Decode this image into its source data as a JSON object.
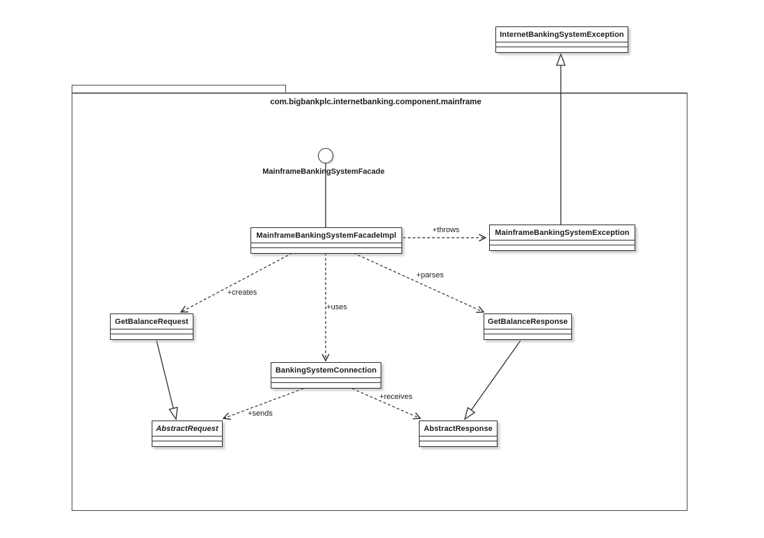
{
  "package": {
    "name": "com.bigbankplc.internetbanking.component.mainframe"
  },
  "interface_lollipop": {
    "label": "MainframeBankingSystemFacade",
    "icon": "provided-interface-circle"
  },
  "classes": {
    "internetBankingSystemException": {
      "name": "InternetBankingSystemException"
    },
    "mainframeBankingSystemFacadeImpl": {
      "name": "MainframeBankingSystemFacadeImpl"
    },
    "mainframeBankingSystemException": {
      "name": "MainframeBankingSystemException"
    },
    "getBalanceRequest": {
      "name": "GetBalanceRequest"
    },
    "getBalanceResponse": {
      "name": "GetBalanceResponse"
    },
    "bankingSystemConnection": {
      "name": "BankingSystemConnection"
    },
    "abstractRequest": {
      "name": "AbstractRequest"
    },
    "abstractResponse": {
      "name": "AbstractResponse"
    }
  },
  "edge_labels": {
    "throws": "+throws",
    "creates": "+creates",
    "uses": "+uses",
    "parses": "+parses",
    "sends": "+sends",
    "receives": "+receives"
  },
  "relationships": [
    {
      "from": "MainframeBankingSystemFacadeImpl",
      "to": "MainframeBankingSystemException",
      "label": "+throws",
      "style": "dashed-open-arrow"
    },
    {
      "from": "MainframeBankingSystemFacadeImpl",
      "to": "GetBalanceRequest",
      "label": "+creates",
      "style": "dashed-open-arrow"
    },
    {
      "from": "MainframeBankingSystemFacadeImpl",
      "to": "BankingSystemConnection",
      "label": "+uses",
      "style": "dashed-open-arrow"
    },
    {
      "from": "MainframeBankingSystemFacadeImpl",
      "to": "GetBalanceResponse",
      "label": "+parses",
      "style": "dashed-open-arrow"
    },
    {
      "from": "BankingSystemConnection",
      "to": "AbstractRequest",
      "label": "+sends",
      "style": "dashed-open-arrow"
    },
    {
      "from": "BankingSystemConnection",
      "to": "AbstractResponse",
      "label": "+receives",
      "style": "dashed-open-arrow"
    },
    {
      "from": "GetBalanceRequest",
      "to": "AbstractRequest",
      "label": "",
      "style": "generalization"
    },
    {
      "from": "GetBalanceResponse",
      "to": "AbstractResponse",
      "label": "",
      "style": "generalization"
    },
    {
      "from": "MainframeBankingSystemException",
      "to": "InternetBankingSystemException",
      "label": "",
      "style": "generalization"
    },
    {
      "from": "MainframeBankingSystemFacade",
      "to": "MainframeBankingSystemFacadeImpl",
      "label": "",
      "style": "lollipop-realization"
    }
  ],
  "colors": {
    "stroke": "#2d2d2d",
    "background": "#ffffff",
    "package_border": "#4a4a4a"
  }
}
